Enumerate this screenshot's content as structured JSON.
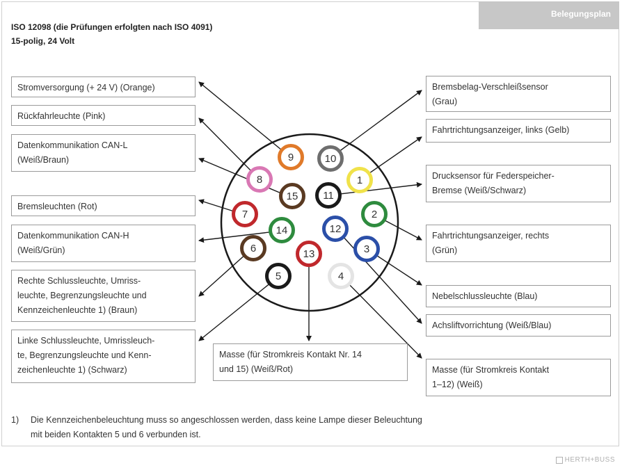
{
  "header": {
    "tab_label": "Belegungsplan",
    "line1": "ISO 12098 (die Prüfungen erfolgten nach ISO 4091)",
    "line2": "15-polig, 24 Volt"
  },
  "labels": {
    "stromversorgung": "Stromversorgung (+ 24 V) (Orange)",
    "rueckfahrleuchte": "Rückfahrleuchte (Pink)",
    "can_l_1": "Datenkommunikation CAN-L",
    "can_l_2": "(Weiß/Braun)",
    "bremsleuchten": "Bremsleuchten (Rot)",
    "can_h_1": "Datenkommunikation CAN-H",
    "can_h_2": "(Weiß/Grün)",
    "rechte_1": "Rechte Schlussleuchte, Umriss-",
    "rechte_2": "leuchte, Begrenzungsleuchte und",
    "rechte_3": "Kennzeichenleuchte 1) (Braun)",
    "linke_1": "Linke Schlussleuchte, Umrissleuch-",
    "linke_2": "te, Begrenzungsleuchte und Kenn-",
    "linke_3": "zeichenleuchte 1) (Schwarz)",
    "masse_14_1": "Masse (für Stromkreis Kontakt Nr. 14",
    "masse_14_2": "und 15) (Weiß/Rot)",
    "bremsbelag_1": "Bremsbelag-Verschleißsensor",
    "bremsbelag_2": "(Grau)",
    "links": "Fahrtrichtungsanzeiger, links (Gelb)",
    "drucksensor_1": "Drucksensor für Federspeicher-",
    "drucksensor_2": "Bremse (Weiß/Schwarz)",
    "rechts_1": "Fahrtrichtungsanzeiger, rechts",
    "rechts_2": "(Grün)",
    "nebel": "Nebelschlussleuchte (Blau)",
    "achslift": "Achsliftvorrichtung (Weiß/Blau)",
    "masse_1_12_1": "Masse (für Stromkreis Kontakt",
    "masse_1_12_2": "1–12) (Weiß)"
  },
  "pins": {
    "p1": {
      "num": "1",
      "color": "#f0e24a"
    },
    "p2": {
      "num": "2",
      "color": "#2e8b3e"
    },
    "p3": {
      "num": "3",
      "color": "#2b4fa8"
    },
    "p4": {
      "num": "4",
      "color": "#e4e4e4"
    },
    "p5": {
      "num": "5",
      "color": "#1a1a1a"
    },
    "p6": {
      "num": "6",
      "color": "#5a3a22"
    },
    "p7": {
      "num": "7",
      "color": "#c0282c"
    },
    "p8": {
      "num": "8",
      "color": "#d978b4"
    },
    "p9": {
      "num": "9",
      "color": "#e07a2a"
    },
    "p10": {
      "num": "10",
      "color": "#6e6e6e"
    },
    "p11": {
      "num": "11",
      "color": "#1a1a1a"
    },
    "p12": {
      "num": "12",
      "color": "#2b4fa8"
    },
    "p13": {
      "num": "13",
      "color": "#c0282c"
    },
    "p14": {
      "num": "14",
      "color": "#2e8b3e"
    },
    "p15": {
      "num": "15",
      "color": "#5a3a22"
    }
  },
  "footnote": {
    "mark": "1)",
    "line1": "Die Kennzeichenbeleuchtung muss so angeschlossen werden, dass keine Lampe dieser Beleuchtung",
    "line2": "mit beiden Kontakten 5 und 6 verbunden ist."
  },
  "logo": {
    "text": "HERTH+BUSS"
  }
}
